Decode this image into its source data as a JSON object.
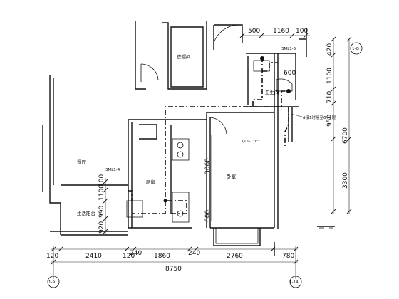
{
  "rooms": {
    "clothes": "衣帽间",
    "bath": "卫生间",
    "dining": "餐厅",
    "kitchen": "厨房",
    "bedroom": "卧室",
    "balcony": "生活阳台"
  },
  "pipe_labels": {
    "risers_top": "3ML1-5",
    "riser_main": "3JL1-1\"c\"",
    "riser_left": "3ML1-4",
    "note": "d接1时接至6+1层"
  },
  "top_dims": [
    "500",
    "1160",
    "100"
  ],
  "bath_dims": [
    "600"
  ],
  "right_dims": [
    "420",
    "1100",
    "710",
    "950",
    "6700",
    "3300"
  ],
  "inner_vertical_dims": [
    "3060",
    "600"
  ],
  "left_dims": [
    "100",
    "1100",
    "990",
    "920"
  ],
  "bottom_dims": [
    "120",
    "2410",
    "120",
    "240",
    "1860",
    "240",
    "2760",
    "780"
  ],
  "total_dim": "8750",
  "axis_labels": {
    "right_top": "1-G",
    "bottom_left": "1-9",
    "bottom_right": "1-14"
  }
}
